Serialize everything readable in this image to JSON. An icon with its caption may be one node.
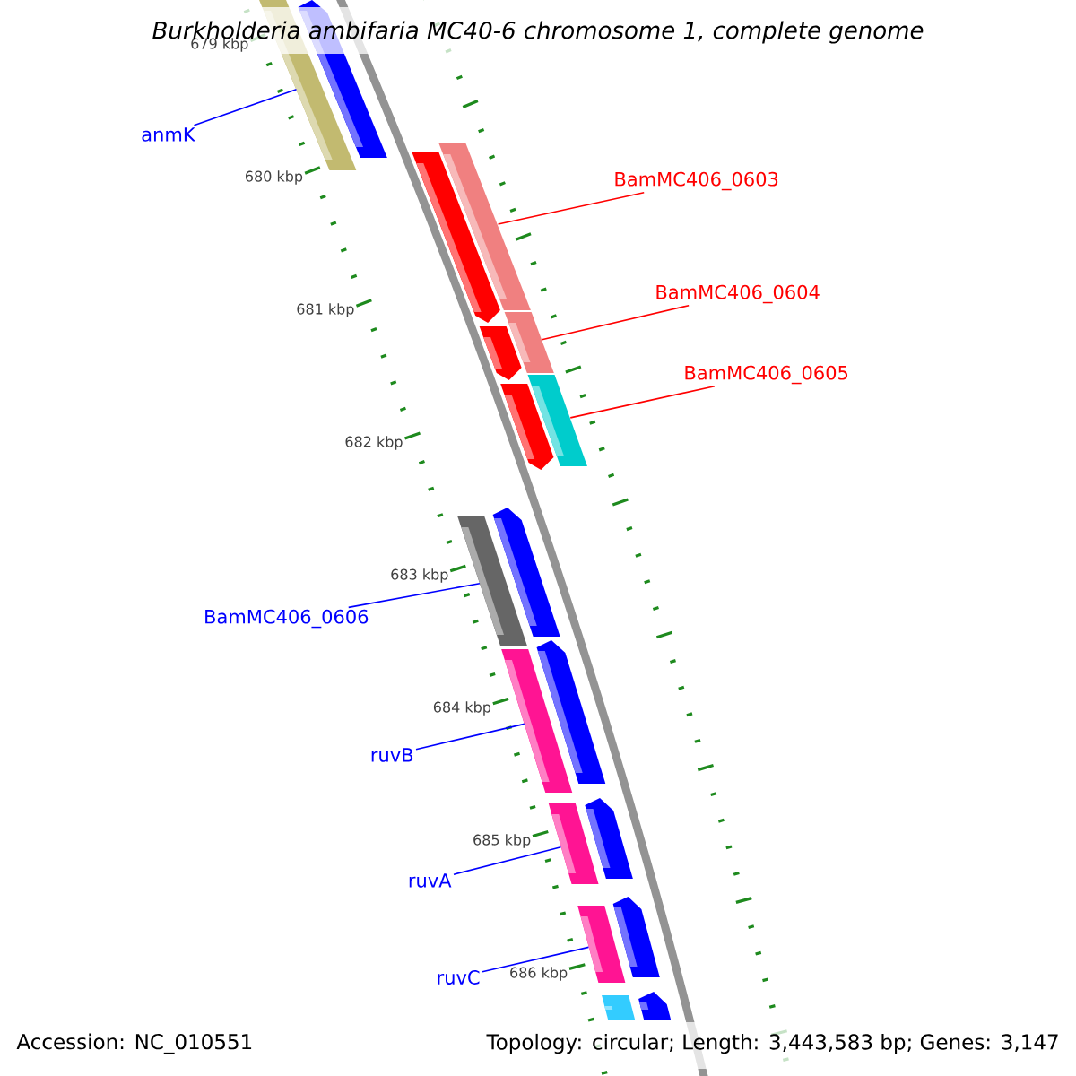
{
  "diagram": {
    "title": "Burkholderia ambifaria MC40-6 chromosome 1, complete genome",
    "nodes": [
      {
        "text": [
          "anmK"
        ]
      },
      {
        "text": [],
        "shape": "bar"
      },
      {
        "text": [
          "BamMC406_0603"
        ]
      },
      {
        "text": [],
        "shape": "bar"
      },
      {
        "text": [
          "BamMC406_0604"
        ]
      },
      {
        "text": [],
        "shape": "bar"
      },
      {
        "text": [
          "BamMC406_0605"
        ]
      },
      {
        "text": [],
        "shape": "bar"
      },
      {
        "text": [
          "BamMC406_0606"
        ]
      },
      {
        "text": [],
        "shape": "bar"
      },
      {
        "text": [
          "ruvB"
        ]
      },
      {
        "text": [],
        "shape": "bar"
      },
      {
        "text": [
          "ruvA"
        ]
      },
      {
        "text": [],
        "shape": "bar"
      },
      {
        "text": [
          "ruvC"
        ]
      },
      {
        "text": [],
        "shape": "bar"
      },
      {
        "text": [],
        "shape": "arrow"
      },
      {
        "text": [],
        "shape": "arrow"
      },
      {
        "text": [],
        "shape": "arrow"
      },
      {
        "text": [],
        "shape": "arrow"
      },
      {
        "text": [],
        "shape": "arrow"
      },
      {
        "text": [],
        "shape": "arrow"
      },
      {
        "text": [],
        "shape": "arrow"
      },
      {
        "text": [],
        "shape": "arrow"
      },
      {
        "text": [],
        "shape": "arrow"
      },
      {
        "text": [],
        "shape": "bar"
      }
    ],
    "edges": [
      {
        "from": 0,
        "to": 1,
        "arrow": "none",
        "color": "#0000ff"
      },
      {
        "from": 2,
        "to": 3,
        "arrow": "none",
        "color": "#ff0000"
      },
      {
        "from": 4,
        "to": 5,
        "arrow": "none",
        "color": "#ff0000"
      },
      {
        "from": 6,
        "to": 7,
        "arrow": "none",
        "color": "#ff0000"
      },
      {
        "from": 8,
        "to": 9,
        "arrow": "none",
        "color": "#0000ff"
      },
      {
        "from": 10,
        "to": 11,
        "arrow": "none",
        "color": "#0000ff"
      },
      {
        "from": 12,
        "to": 13,
        "arrow": "none",
        "color": "#0000ff"
      },
      {
        "from": 14,
        "to": 15,
        "arrow": "none",
        "color": "#0000ff"
      }
    ],
    "labels": [
      "679 kbp",
      "680 kbp",
      "681 kbp",
      "682 kbp",
      "683 kbp",
      "684 kbp",
      "685 kbp",
      "686 kbp",
      "Accession: NC_010551",
      "Topology: circular; Length: 3,443,583 bp; Genes: 3,147"
    ]
  }
}
